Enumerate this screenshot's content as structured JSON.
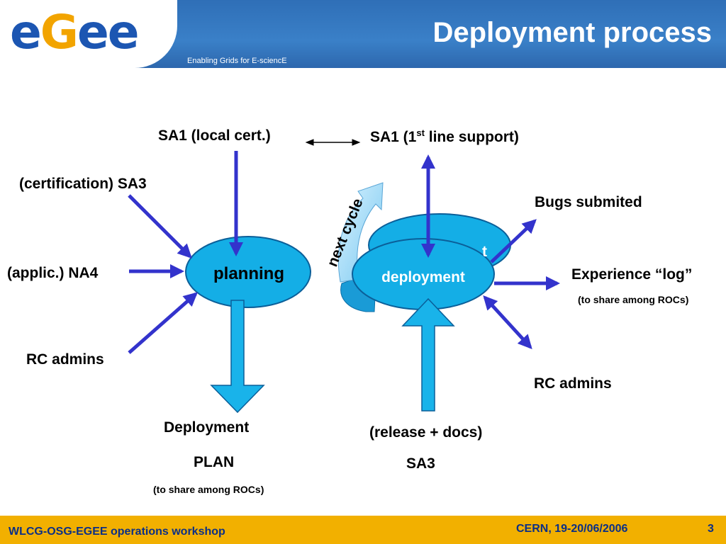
{
  "header": {
    "logo_prefix": "e",
    "logo_g": "G",
    "logo_suffix": "ee",
    "title": "Deployment process",
    "tagline": "Enabling Grids for E-sciencE"
  },
  "diagram": {
    "planning_label": "planning",
    "deployment_label": "deployment",
    "back_ellipse_label": "t",
    "next_cycle_label": "next cycle",
    "sa1_local": "SA1 (local cert.)",
    "sa1_first_prefix": "SA1 (1",
    "sa1_first_sup": "st",
    "sa1_first_suffix": " line support)",
    "certification_sa3": "(certification) SA3",
    "applic_na4": "(applic.) NA4",
    "rc_admins_left": "RC admins",
    "deployment_plan_line1": "Deployment",
    "deployment_plan_line2": "PLAN",
    "share_left": "(to share among ROCs)",
    "release_docs": "(release + docs)",
    "sa3_bottom": "SA3",
    "bugs_submited": "Bugs submited",
    "experience_log": "Experience “log”",
    "share_right": "(to share among ROCs)",
    "rc_admins_right": "RC admins"
  },
  "colors": {
    "header_blue": "#3a80c8",
    "ellipse_fill": "#14aee6",
    "arrow_fill": "#19b3ea",
    "connector": "#3333cc",
    "footer_yellow": "#f2b000",
    "footer_text": "#0b2f86"
  },
  "footer": {
    "left": "WLCG-OSG-EGEE operations workshop",
    "center": "CERN, 19-20/06/2006",
    "page": "3"
  }
}
